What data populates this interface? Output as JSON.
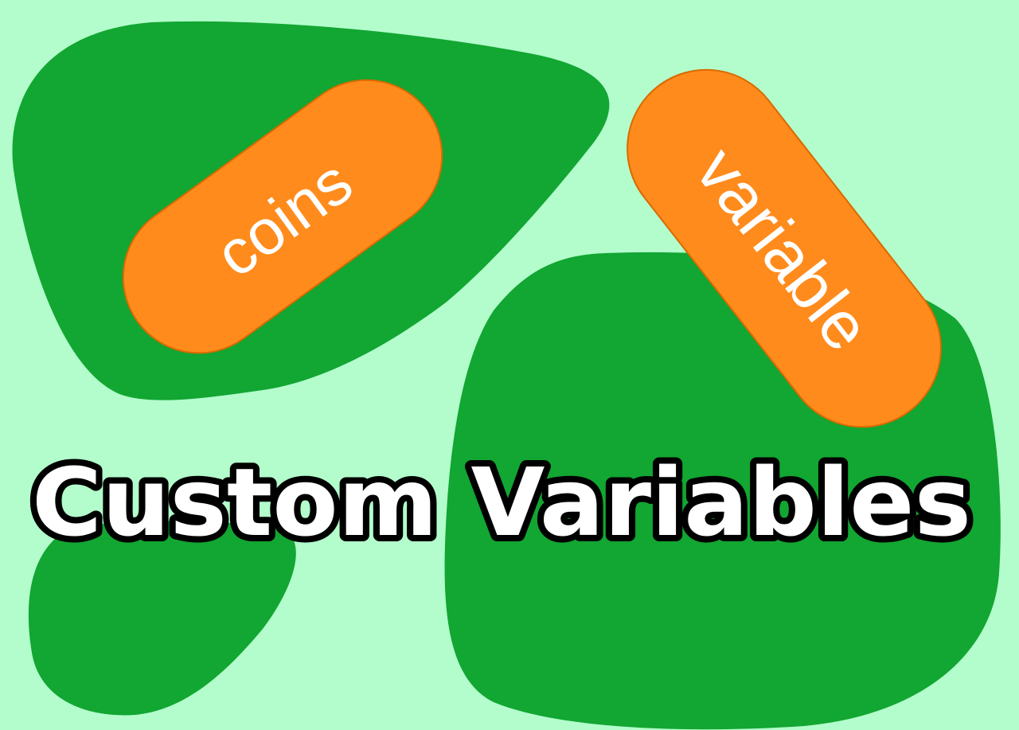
{
  "title": "Custom Variables",
  "pills": [
    {
      "label": "coins"
    },
    {
      "label": "variable"
    }
  ],
  "colors": {
    "background": "#b3fdcc",
    "blob": "#12a632",
    "pill": "#ff8b1c",
    "pill_border": "#d96a00",
    "text": "#ffffff",
    "outline": "#000000"
  }
}
